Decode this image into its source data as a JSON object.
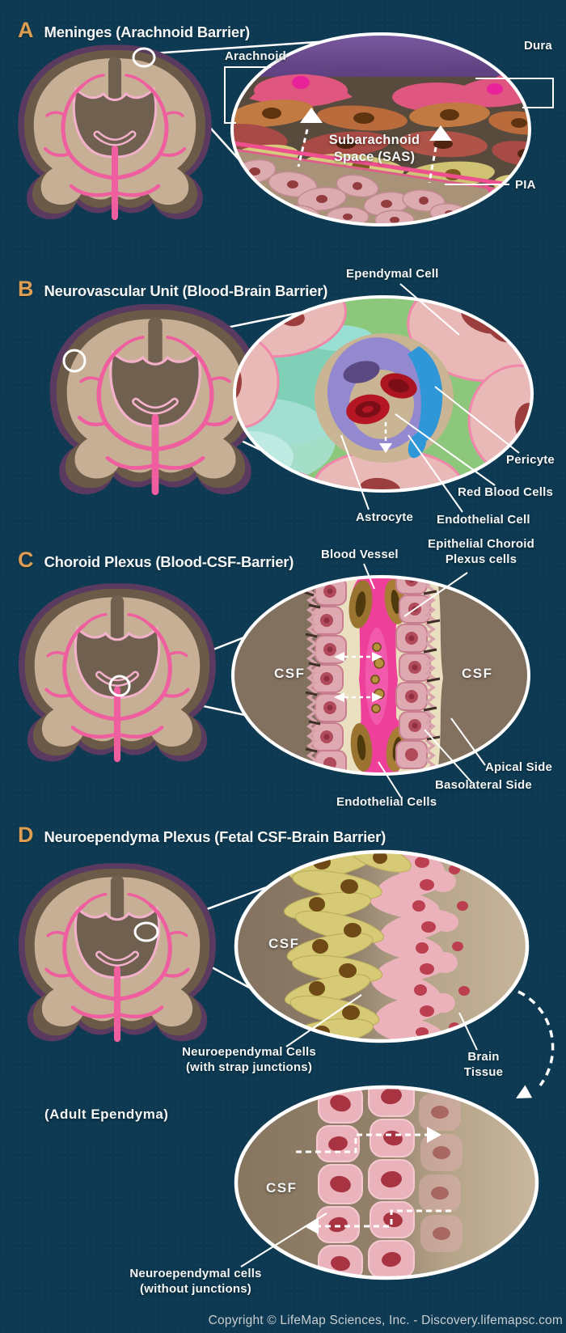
{
  "palette": {
    "background": "#0d3a52",
    "accent_letter": "#dd9d52",
    "label_text": "#f4f6f6",
    "vessel_pink": "#ef5f9f",
    "brain_tan": "#c6af94",
    "footer_text": "#c9cdd0"
  },
  "sections": [
    {
      "letter": "A",
      "title": "Meninges (Arachnoid Barrier)",
      "labels": {
        "arachnoid": "Arachnoid",
        "dura": "Dura",
        "sas_line1": "Subarachnoid",
        "sas_line2": "Space (SAS)",
        "pia": "PIA"
      }
    },
    {
      "letter": "B",
      "title": "Neurovascular Unit (Blood-Brain Barrier)",
      "labels": {
        "ependymal": "Ependymal Cell",
        "pericyte": "Pericyte",
        "red_blood_cells": "Red Blood Cells",
        "astrocyte": "Astrocyte",
        "endothelial": "Endothelial Cell"
      }
    },
    {
      "letter": "C",
      "title": "Choroid Plexus (Blood-CSF-Barrier)",
      "labels": {
        "blood_vessel": "Blood Vessel",
        "epithelial_line1": "Epithelial Choroid",
        "epithelial_line2": "Plexus cells",
        "csf_left": "CSF",
        "csf_right": "CSF",
        "apical": "Apical Side",
        "basolateral": "Basolateral Side",
        "endothelial_cells": "Endothelial Cells"
      }
    },
    {
      "letter": "D",
      "title": "Neuroependyma Plexus (Fetal CSF-Brain Barrier)",
      "labels": {
        "csf_fetal": "CSF",
        "neuro_line1": "Neuroependymal Cells",
        "neuro_line2": "(with strap junctions)",
        "brain_tissue_line1": "Brain",
        "brain_tissue_line2": "Tissue",
        "adult_ependyma": "(Adult Ependyma)",
        "csf_adult": "CSF",
        "neuro2_line1": "Neuroependymal cells",
        "neuro2_line2": "(without junctions)"
      }
    }
  ],
  "footer": {
    "copyright": "Copyright © LifeMap Sciences, Inc. - Discovery.lifemapsc.com"
  }
}
